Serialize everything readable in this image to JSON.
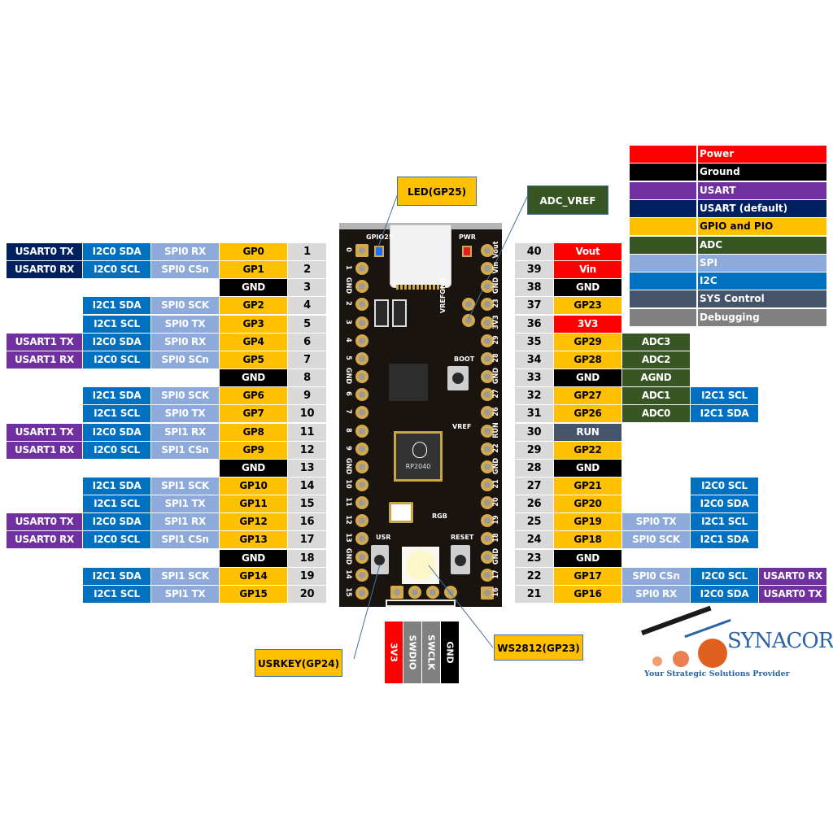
{
  "legend": [
    {
      "label": "Power",
      "color": "#ff0000",
      "text": "#ffffff"
    },
    {
      "label": "Ground",
      "color": "#000000",
      "text": "#ffffff"
    },
    {
      "label": "USART",
      "color": "#7030a0",
      "text": "#ffffff"
    },
    {
      "label": "USART (default)",
      "color": "#002060",
      "text": "#ffffff"
    },
    {
      "label": "GPIO and PIO",
      "color": "#ffc000",
      "text": "#000000"
    },
    {
      "label": "ADC",
      "color": "#375623",
      "text": "#ffffff"
    },
    {
      "label": "SPI",
      "color": "#8eaadb",
      "text": "#ffffff"
    },
    {
      "label": "I2C",
      "color": "#0070c0",
      "text": "#ffffff"
    },
    {
      "label": "SYS Control",
      "color": "#44546a",
      "text": "#ffffff"
    },
    {
      "label": "Debugging",
      "color": "#808080",
      "text": "#ffffff"
    }
  ],
  "left_pins": [
    {
      "num": "1",
      "name": "GP0",
      "spi": "SPI0 RX",
      "i2c": "I2C0 SDA",
      "usart": "USART0 TX",
      "usart_default": true
    },
    {
      "num": "2",
      "name": "GP1",
      "spi": "SPI0 CSn",
      "i2c": "I2C0 SCL",
      "usart": "USART0 RX",
      "usart_default": true
    },
    {
      "num": "3",
      "name": "GND",
      "type": "gnd"
    },
    {
      "num": "4",
      "name": "GP2",
      "spi": "SPI0 SCK",
      "i2c": "I2C1 SDA"
    },
    {
      "num": "5",
      "name": "GP3",
      "spi": "SPI0 TX",
      "i2c": "I2C1 SCL"
    },
    {
      "num": "6",
      "name": "GP4",
      "spi": "SPI0 RX",
      "i2c": "I2C0 SDA",
      "usart": "USART1 TX"
    },
    {
      "num": "7",
      "name": "GP5",
      "spi": "SPI0 SCn",
      "i2c": "I2C0 SCL",
      "usart": "USART1 RX"
    },
    {
      "num": "8",
      "name": "GND",
      "type": "gnd"
    },
    {
      "num": "9",
      "name": "GP6",
      "spi": "SPI0 SCK",
      "i2c": "I2C1 SDA"
    },
    {
      "num": "10",
      "name": "GP7",
      "spi": "SPI0 TX",
      "i2c": "I2C1 SCL"
    },
    {
      "num": "11",
      "name": "GP8",
      "spi": "SPI1 RX",
      "i2c": "I2C0 SDA",
      "usart": "USART1 TX"
    },
    {
      "num": "12",
      "name": "GP9",
      "spi": "SPI1 CSn",
      "i2c": "I2C0 SCL",
      "usart": "USART1 RX"
    },
    {
      "num": "13",
      "name": "GND",
      "type": "gnd"
    },
    {
      "num": "14",
      "name": "GP10",
      "spi": "SPI1 SCK",
      "i2c": "I2C1 SDA"
    },
    {
      "num": "15",
      "name": "GP11",
      "spi": "SPI1 TX",
      "i2c": "I2C1 SCL"
    },
    {
      "num": "16",
      "name": "GP12",
      "spi": "SPI1 RX",
      "i2c": "I2C0 SDA",
      "usart": "USART0 TX"
    },
    {
      "num": "17",
      "name": "GP13",
      "spi": "SPI1 CSn",
      "i2c": "I2C0 SCL",
      "usart": "USART0 RX"
    },
    {
      "num": "18",
      "name": "GND",
      "type": "gnd"
    },
    {
      "num": "19",
      "name": "GP14",
      "spi": "SPI1 SCK",
      "i2c": "I2C1 SDA"
    },
    {
      "num": "20",
      "name": "GP15",
      "spi": "SPI1 TX",
      "i2c": "I2C1 SCL"
    }
  ],
  "right_pins": [
    {
      "num": "40",
      "name": "Vout",
      "type": "pwr"
    },
    {
      "num": "39",
      "name": "Vin",
      "type": "pwr"
    },
    {
      "num": "38",
      "name": "GND",
      "type": "gnd"
    },
    {
      "num": "37",
      "name": "GP23"
    },
    {
      "num": "36",
      "name": "3V3",
      "type": "pwr"
    },
    {
      "num": "35",
      "name": "GP29",
      "adc": "ADC3"
    },
    {
      "num": "34",
      "name": "GP28",
      "adc": "ADC2"
    },
    {
      "num": "33",
      "name": "GND",
      "type": "gnd",
      "adc": "AGND"
    },
    {
      "num": "32",
      "name": "GP27",
      "adc": "ADC1",
      "i2c": "I2C1 SCL"
    },
    {
      "num": "31",
      "name": "GP26",
      "adc": "ADC0",
      "i2c": "I2C1 SDA"
    },
    {
      "num": "30",
      "name": "RUN",
      "type": "sys"
    },
    {
      "num": "29",
      "name": "GP22"
    },
    {
      "num": "28",
      "name": "GND",
      "type": "gnd"
    },
    {
      "num": "27",
      "name": "GP21",
      "i2c": "I2C0 SCL"
    },
    {
      "num": "26",
      "name": "GP20",
      "i2c": "I2C0 SDA"
    },
    {
      "num": "25",
      "name": "GP19",
      "spi": "SPI0 TX",
      "i2c": "I2C1 SCL"
    },
    {
      "num": "24",
      "name": "GP18",
      "spi": "SPI0 SCK",
      "i2c": "I2C1 SDA"
    },
    {
      "num": "23",
      "name": "GND",
      "type": "gnd"
    },
    {
      "num": "22",
      "name": "GP17",
      "spi": "SPI0 CSn",
      "i2c": "I2C0 SCL",
      "usart": "USART0 RX"
    },
    {
      "num": "21",
      "name": "GP16",
      "spi": "SPI0 RX",
      "i2c": "I2C0 SDA",
      "usart": "USART0 TX"
    }
  ],
  "board": {
    "left_silk": [
      "0",
      "1",
      "GND",
      "2",
      "3",
      "4",
      "5",
      "GND",
      "6",
      "7",
      "8",
      "9",
      "GND",
      "10",
      "11",
      "12",
      "13",
      "GND",
      "14",
      "15"
    ],
    "right_silk": [
      "Vout",
      "Vin",
      "GND",
      "23",
      "3V3",
      "29",
      "28",
      "GND",
      "27",
      "26",
      "RUN",
      "22",
      "GND",
      "21",
      "20",
      "19",
      "18",
      "GND",
      "17",
      "16"
    ],
    "labels": {
      "gpio25": "GPIO25",
      "pwr": "PWR",
      "vref_gnd": "VREFGND",
      "boot": "BOOT",
      "vref": "VREF",
      "chip": "RP2040",
      "rgb": "RGB",
      "usr": "USR",
      "reset": "RESET"
    }
  },
  "callouts": {
    "led": "LED(GP25)",
    "adc_vref": "ADC_VREF",
    "usrkey": "USRKEY(GP24)",
    "ws2812": "WS2812(GP23)"
  },
  "debug_header": [
    {
      "label": "3V3",
      "color": "#ff0000"
    },
    {
      "label": "SWDIO",
      "color": "#808080"
    },
    {
      "label": "SWCLK",
      "color": "#808080"
    },
    {
      "label": "GND",
      "color": "#000000"
    }
  ],
  "logo": {
    "name": "SYNACORP",
    "tagline": "Your Strategic Solutions Provider"
  }
}
